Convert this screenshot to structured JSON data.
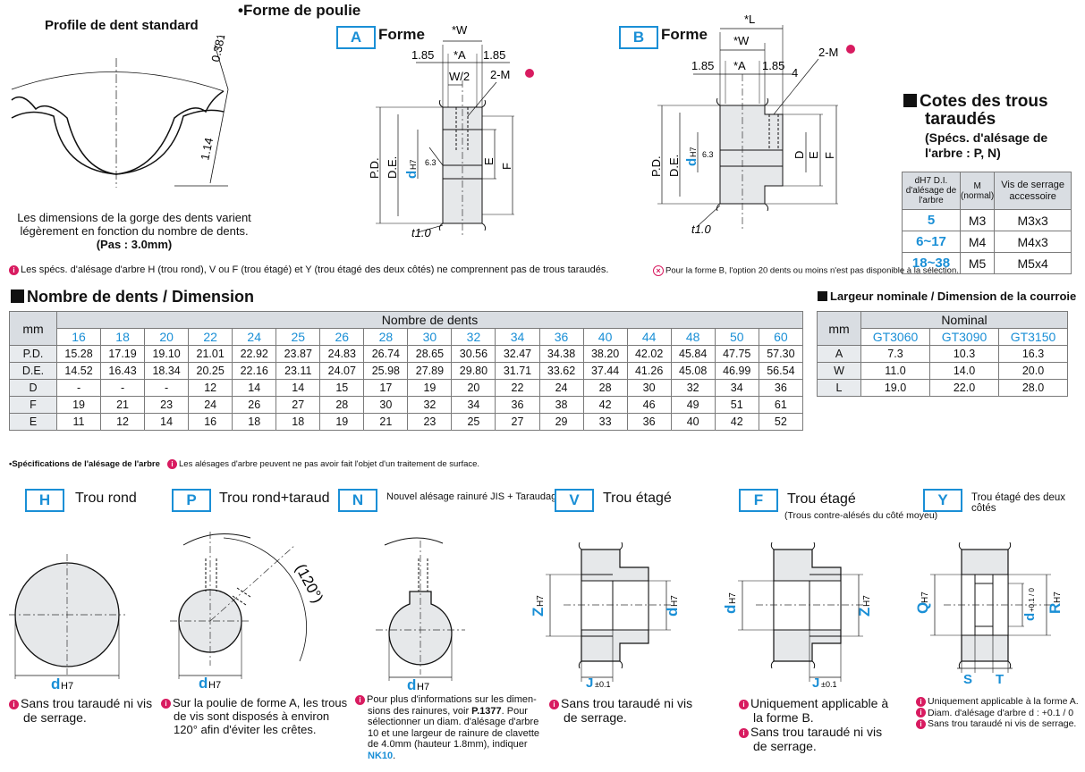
{
  "tooth_profile": {
    "title": "Profile de dent standard",
    "dim1": "0.381",
    "dim2": "1.14",
    "caption1": "Les dimensions de la gorge des dents varient",
    "caption2": "légèrement en fonction du nombre de dents.",
    "pitch": "(Pas : 3.0mm)"
  },
  "pulley_shape": {
    "title": "•Forme de poulie",
    "formA": {
      "letter": "A",
      "label": "Forme",
      "w": "*W",
      "a": "*A",
      "d185a": "1.85",
      "d185b": "1.85",
      "w2": "W/2",
      "m": "2-M",
      "pd": "P.D.",
      "de": "D.E.",
      "d": "d",
      "h7": "H7",
      "r63": "6.3",
      "e": "E",
      "f": "F",
      "t": "t1.0"
    },
    "formB": {
      "letter": "B",
      "label": "Forme",
      "l": "*L",
      "w": "*W",
      "a": "*A",
      "d185a": "1.85",
      "d185b": "1.85",
      "four": "4",
      "m": "2-M",
      "pd": "P.D.",
      "de": "D.E.",
      "d": "d",
      "h7": "H7",
      "r63": "6.3",
      "dd": "D",
      "e": "E",
      "f": "F",
      "t": "t1.0"
    }
  },
  "notes": {
    "no_thread": "Les spécs. d'alésage d'arbre H (trou rond), V ou F (trou étagé) et Y (trou étagé des deux côtés) ne comprennent pas de trous taraudés.",
    "form_b": "Pour la forme B, l'option 20 dents ou moins n'est pas disponible à la sélection."
  },
  "tapped": {
    "title1": "Cotes des trous",
    "title2": "taraudés",
    "subtitle1": "(Spécs. d'alésage de",
    "subtitle2": "l'arbre : P, N)",
    "h1a": "dH7 D.I.",
    "h1b": "d'alésage de",
    "h1c": "l'arbre",
    "h2a": "M",
    "h2b": "(normal)",
    "h3a": "Vis de serrage",
    "h3b": "accessoire",
    "rows": [
      {
        "d": "5",
        "m": "M3",
        "s": "M3x3"
      },
      {
        "d": "6~17",
        "m": "M4",
        "s": "M4x3"
      },
      {
        "d": "18~38",
        "m": "M5",
        "s": "M5x4"
      }
    ]
  },
  "teeth": {
    "title": "Nombre de dents / Dimension",
    "unit": "mm",
    "header": "Nombre de dents",
    "counts": [
      "16",
      "18",
      "20",
      "22",
      "24",
      "25",
      "26",
      "28",
      "30",
      "32",
      "34",
      "36",
      "40",
      "44",
      "48",
      "50",
      "60"
    ],
    "rows": [
      {
        "label": "P.D.",
        "values": [
          "15.28",
          "17.19",
          "19.10",
          "21.01",
          "22.92",
          "23.87",
          "24.83",
          "26.74",
          "28.65",
          "30.56",
          "32.47",
          "34.38",
          "38.20",
          "42.02",
          "45.84",
          "47.75",
          "57.30"
        ]
      },
      {
        "label": "D.E.",
        "values": [
          "14.52",
          "16.43",
          "18.34",
          "20.25",
          "22.16",
          "23.11",
          "24.07",
          "25.98",
          "27.89",
          "29.80",
          "31.71",
          "33.62",
          "37.44",
          "41.26",
          "45.08",
          "46.99",
          "56.54"
        ]
      },
      {
        "label": "D",
        "values": [
          "-",
          "-",
          "-",
          "12",
          "14",
          "14",
          "15",
          "17",
          "19",
          "20",
          "22",
          "24",
          "28",
          "30",
          "32",
          "34",
          "36"
        ]
      },
      {
        "label": "F",
        "values": [
          "19",
          "21",
          "23",
          "24",
          "26",
          "27",
          "28",
          "30",
          "32",
          "34",
          "36",
          "38",
          "42",
          "46",
          "49",
          "51",
          "61"
        ]
      },
      {
        "label": "E",
        "values": [
          "11",
          "12",
          "14",
          "16",
          "18",
          "18",
          "19",
          "21",
          "23",
          "25",
          "27",
          "29",
          "33",
          "36",
          "40",
          "42",
          "52"
        ]
      }
    ]
  },
  "width_table": {
    "title": "Largeur nominale / Dimension de la courroie",
    "unit": "mm",
    "header": "Nominal",
    "cols": [
      "GT3060",
      "GT3090",
      "GT3150"
    ],
    "rows": [
      {
        "label": "A",
        "values": [
          "7.3",
          "10.3",
          "16.3"
        ]
      },
      {
        "label": "W",
        "values": [
          "11.0",
          "14.0",
          "20.0"
        ]
      },
      {
        "label": "L",
        "values": [
          "19.0",
          "22.0",
          "28.0"
        ]
      }
    ]
  },
  "bore": {
    "title": "•Spécifications de l'alésage de l'arbre",
    "note": "Les alésages d'arbre peuvent ne pas avoir fait l'objet d'un traitement de surface.",
    "H": {
      "letter": "H",
      "label": "Trou rond",
      "note1": "Sans trou taraudé ni vis",
      "note2": "de serrage."
    },
    "P": {
      "letter": "P",
      "label": "Trou rond+taraud",
      "angle": "(120°)",
      "note1": "Sur la poulie de forme A, les trous",
      "note2": "de vis sont disposés à environ",
      "note3": "120° afin d'éviter les crêtes."
    },
    "N": {
      "letter": "N",
      "label": "Nouvel alésage rainuré JIS + Taraudage",
      "note1": "Pour plus d'informations sur les dimen-",
      "note2": "sions des rainures, voir",
      "ref": "P.1377",
      "note2b": ". Pour",
      "note3": "sélectionner un diam. d'alésage d'arbre",
      "note4": "10 et une largeur de rainure de clavette",
      "note5": "de 4.0mm (hauteur 1.8mm), indiquer",
      "code": "NK10",
      "codeEnd": "."
    },
    "V": {
      "letter": "V",
      "label": "Trou étagé",
      "z": "Z",
      "d": "d",
      "h7": "H7",
      "j": "J",
      "tol": "±0.1",
      "note1": "Sans trou taraudé ni vis",
      "note2": "de serrage."
    },
    "F": {
      "letter": "F",
      "label": "Trou étagé",
      "sublabel": "(Trous contre-alésés du côté moyeu)",
      "z": "Z",
      "d": "d",
      "h7": "H7",
      "j": "J",
      "tol": "±0.1",
      "note1": "Uniquement applicable à",
      "note2": "la forme B.",
      "note3": "Sans trou taraudé ni vis",
      "note4": "de serrage."
    },
    "Y": {
      "letter": "Y",
      "label": "Trou étagé des deux côtés",
      "q": "Q",
      "d": "d",
      "r": "R",
      "h7": "H7",
      "tol": "+0.1 / 0",
      "s": "S",
      "t": "T",
      "note1": "Uniquement applicable à la forme A.",
      "note2": "Diam. d'alésage d'arbre d : +0.1 / 0",
      "note3": "Sans trou taraudé ni vis de serrage."
    }
  }
}
